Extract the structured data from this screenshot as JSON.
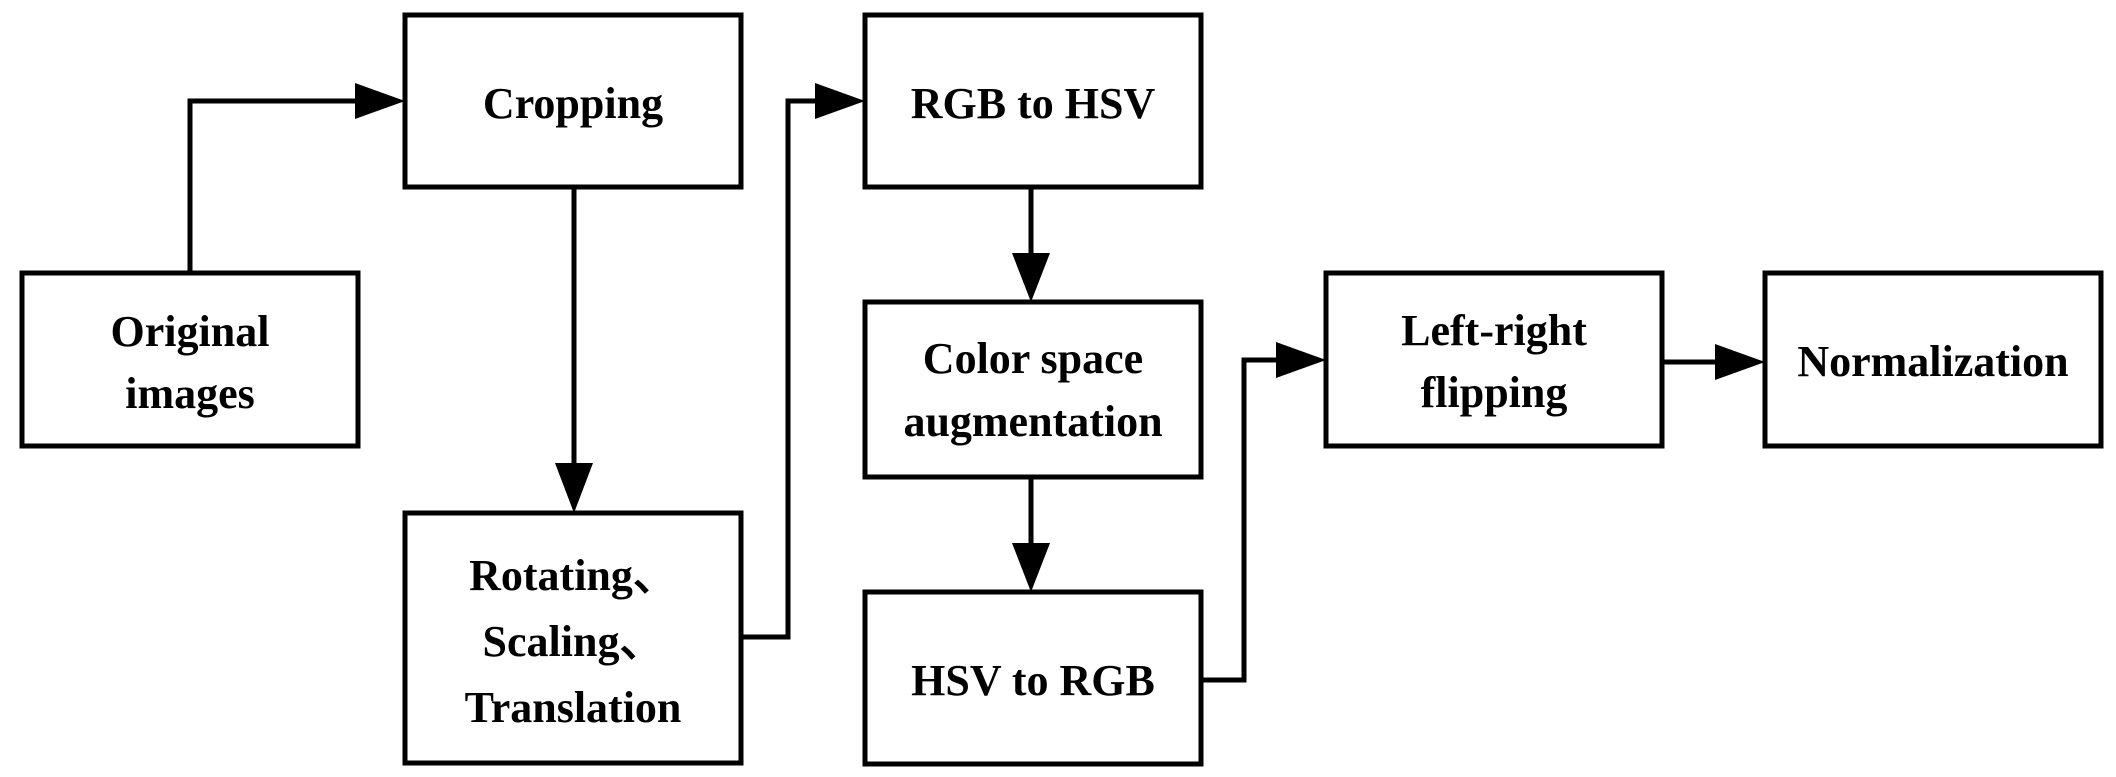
{
  "diagram": {
    "nodes": {
      "original": {
        "lines": [
          "Original",
          "images"
        ]
      },
      "cropping": {
        "lines": [
          "Cropping"
        ]
      },
      "rotating": {
        "lines": [
          "Rotating、",
          "Scaling、",
          "Translation"
        ]
      },
      "rgb_to_hsv": {
        "lines": [
          "RGB to HSV"
        ]
      },
      "color_space": {
        "lines": [
          "Color space",
          "augmentation"
        ]
      },
      "hsv_to_rgb": {
        "lines": [
          "HSV to RGB"
        ]
      },
      "left_right": {
        "lines": [
          "Left-right",
          "flipping"
        ]
      },
      "normalization": {
        "lines": [
          "Normalization"
        ]
      }
    },
    "edges": [
      {
        "from": "original",
        "to": "cropping"
      },
      {
        "from": "cropping",
        "to": "rotating"
      },
      {
        "from": "rotating",
        "to": "rgb_to_hsv"
      },
      {
        "from": "rgb_to_hsv",
        "to": "color_space"
      },
      {
        "from": "color_space",
        "to": "hsv_to_rgb"
      },
      {
        "from": "hsv_to_rgb",
        "to": "left_right"
      },
      {
        "from": "left_right",
        "to": "normalization"
      }
    ]
  }
}
